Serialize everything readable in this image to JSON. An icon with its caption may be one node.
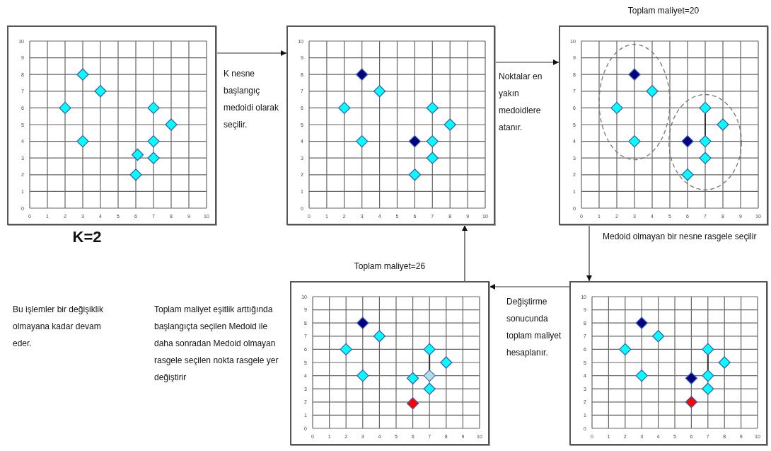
{
  "diagram": {
    "nodes": [
      {
        "text": [],
        "shape": "box",
        "beside": [
          "K=2"
        ]
      },
      {
        "text": [],
        "shape": "box"
      },
      {
        "text": [],
        "shape": "box",
        "beside": [
          "Toplam maliyet=20"
        ]
      },
      {
        "text": [],
        "shape": "box",
        "beside": [
          "Toplam maliyet=26"
        ]
      },
      {
        "text": [],
        "shape": "box"
      }
    ],
    "edges": [
      {
        "from": 0,
        "to": 1,
        "arrow": "to",
        "label": "K nesne başlangıç medoidi olarak seçilir."
      },
      {
        "from": 1,
        "to": 2,
        "arrow": "to",
        "label": "Noktalar en yakın medoidlere atanır."
      },
      {
        "from": 2,
        "to": 4,
        "arrow": "to",
        "label": "Medoid olmayan bir nesne rasgele seçilir"
      },
      {
        "from": 4,
        "to": 3,
        "arrow": "to",
        "label": "Değiştirme sonucunda toplam maliyet hesaplanır."
      },
      {
        "from": 3,
        "to": 1,
        "arrow": "to"
      }
    ],
    "labels": [
      "Bu işlemler bir değişiklik olmayana kadar devam eder.",
      "Toplam maliyet eşitlik arttığında başlangıçta seçilen Medoid ile daha sonradan Medoid olmayan rasgele seçilen nokta rasgele yer değiştirir"
    ],
    "chart_data": [
      {
        "type": "scatter",
        "grid": true,
        "x": [
          2,
          3,
          3,
          4,
          6,
          6.1,
          7,
          7,
          7,
          8
        ],
        "xlim": [
          0,
          10
        ],
        "ylim": [
          0,
          10
        ],
        "xticks": [
          0,
          1,
          2,
          3,
          4,
          5,
          6,
          7,
          8,
          9,
          10
        ],
        "yticks": [
          0,
          1,
          2,
          3,
          4,
          5,
          6,
          7,
          8,
          9,
          10
        ],
        "series": [
          {
            "color": "#00ffff",
            "values": [
              6,
              4,
              8,
              7,
              2,
              3.2,
              3,
              4,
              6,
              5
            ]
          }
        ]
      },
      {
        "type": "scatter",
        "grid": true,
        "x": [
          2,
          3,
          4,
          6,
          7,
          7,
          7,
          8,
          3,
          6
        ],
        "xlim": [
          0,
          10
        ],
        "ylim": [
          0,
          10
        ],
        "xticks": [
          0,
          1,
          2,
          3,
          4,
          5,
          6,
          7,
          8,
          9,
          10
        ],
        "yticks": [
          0,
          1,
          2,
          3,
          4,
          5,
          6,
          7,
          8,
          9,
          10
        ],
        "series": [
          {
            "color": "#00ffff",
            "values": [
              6,
              4,
              7,
              2,
              3,
              4,
              6,
              5,
              null,
              null
            ]
          },
          {
            "color": "#000080",
            "values": [
              null,
              null,
              null,
              null,
              null,
              null,
              null,
              null,
              8,
              4
            ]
          }
        ]
      },
      {
        "type": "scatter",
        "grid": true,
        "x": [
          2,
          3,
          4,
          6,
          7,
          7,
          7,
          8,
          3,
          6
        ],
        "xlim": [
          0,
          10
        ],
        "ylim": [
          0,
          10
        ],
        "xticks": [
          0,
          1,
          2,
          3,
          4,
          5,
          6,
          7,
          8,
          9,
          10
        ],
        "yticks": [
          0,
          1,
          2,
          3,
          4,
          5,
          6,
          7,
          8,
          9,
          10
        ],
        "series": [
          {
            "color": "#00ffff",
            "values": [
              6,
              4,
              7,
              2,
              3,
              4,
              6,
              5,
              null,
              null
            ]
          },
          {
            "color": "#000080",
            "values": [
              null,
              null,
              null,
              null,
              null,
              null,
              null,
              null,
              8,
              4
            ]
          }
        ]
      },
      {
        "type": "scatter",
        "grid": true,
        "x": [
          2,
          3,
          4,
          6,
          7,
          7,
          8,
          3,
          6,
          7
        ],
        "xlim": [
          0,
          10
        ],
        "ylim": [
          0,
          10
        ],
        "xticks": [
          0,
          1,
          2,
          3,
          4,
          5,
          6,
          7,
          8,
          9,
          10
        ],
        "yticks": [
          0,
          1,
          2,
          3,
          4,
          5,
          6,
          7,
          8,
          9,
          10
        ],
        "series": [
          {
            "color": "#00ffff",
            "values": [
              6,
              4,
              7,
              3.8,
              3,
              6,
              5,
              null,
              null,
              null
            ]
          },
          {
            "color": "#000080",
            "values": [
              null,
              null,
              null,
              null,
              null,
              null,
              null,
              8,
              null,
              null
            ]
          },
          {
            "color": "#ff0000",
            "values": [
              null,
              null,
              null,
              null,
              null,
              null,
              null,
              null,
              1.9,
              null
            ]
          },
          {
            "color": "#b0e0e6",
            "values": [
              null,
              null,
              null,
              null,
              null,
              null,
              null,
              null,
              null,
              4
            ]
          }
        ]
      },
      {
        "type": "scatter",
        "grid": true,
        "x": [
          2,
          3,
          4,
          7,
          7,
          7,
          8,
          3,
          6,
          6
        ],
        "xlim": [
          0,
          10
        ],
        "ylim": [
          0,
          10
        ],
        "xticks": [
          0,
          1,
          2,
          3,
          4,
          5,
          6,
          7,
          8,
          9,
          10
        ],
        "yticks": [
          0,
          1,
          2,
          3,
          4,
          5,
          6,
          7,
          8,
          9,
          10
        ],
        "series": [
          {
            "color": "#00ffff",
            "values": [
              6,
              4,
              7,
              3,
              4,
              6,
              5,
              null,
              null,
              null
            ]
          },
          {
            "color": "#000080",
            "values": [
              null,
              null,
              null,
              null,
              null,
              null,
              null,
              8,
              3.8,
              null
            ]
          },
          {
            "color": "#ff0000",
            "values": [
              null,
              null,
              null,
              null,
              null,
              null,
              null,
              null,
              null,
              2
            ]
          }
        ]
      }
    ]
  }
}
